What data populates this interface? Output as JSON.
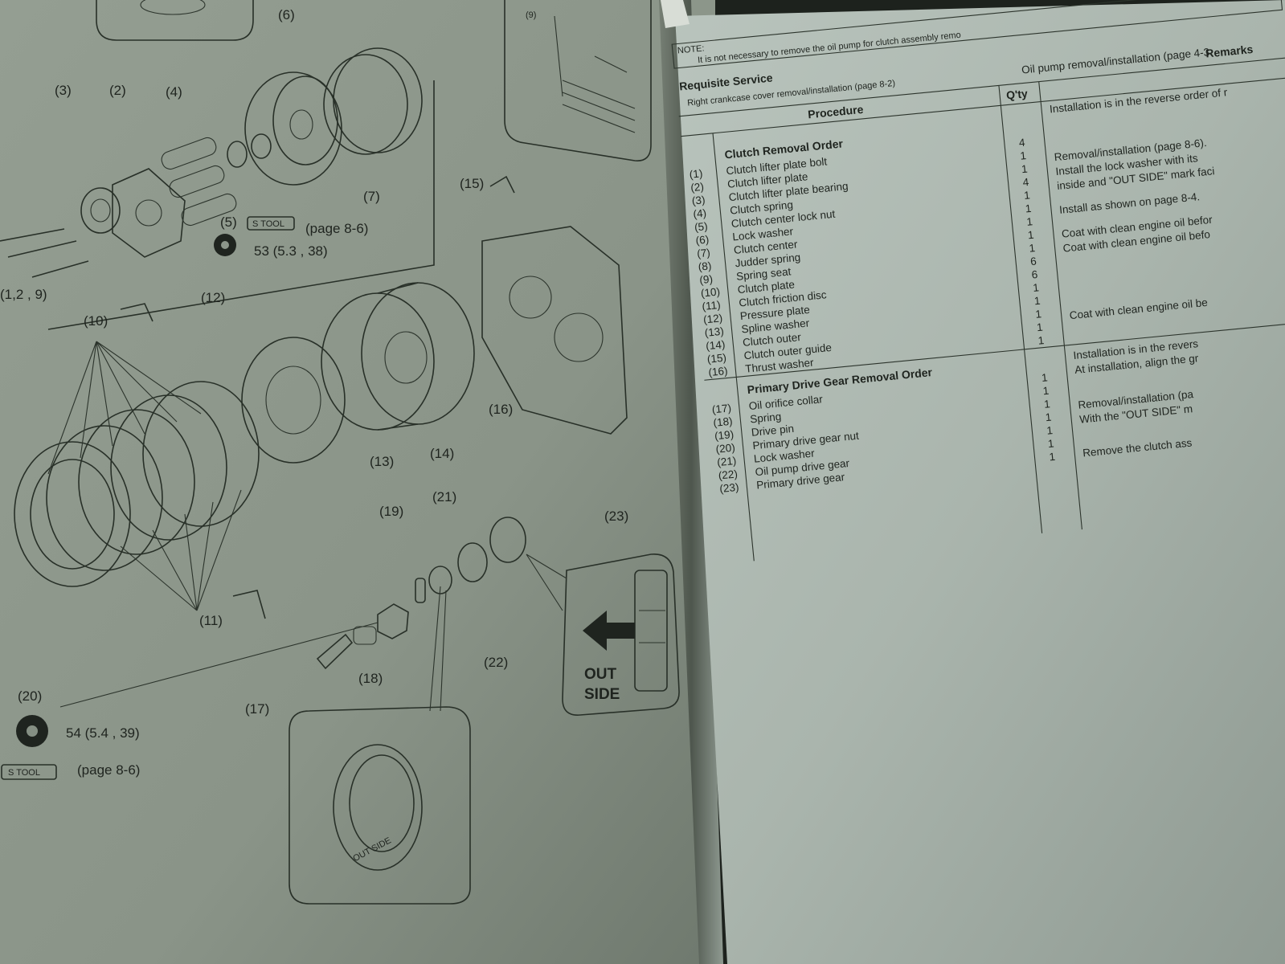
{
  "left_page": {
    "callouts": [
      "(3)",
      "(2)",
      "(4)",
      "(6)",
      "(5)",
      "(7)",
      "(9)",
      "(15)",
      "(12)",
      "(10)",
      "(16)",
      "(13)",
      "(14)",
      "(11)",
      "(19)",
      "(21)",
      "(23)",
      "(22)",
      "(18)",
      "(17)",
      "(20)",
      "(1,2 , 9)"
    ],
    "special_tool": "S TOOL",
    "page_ref": "(page 8-6)",
    "torque_top": "53 (5.3 , 38)",
    "torque_bottom": "54 (5.4 , 39)",
    "out_side": "OUT SIDE",
    "out_side_a": "OUT",
    "out_side_b": "SIDE"
  },
  "right_page": {
    "note_label": "NOTE:",
    "note_text": "It is not necessary to remove the oil pump for clutch assembly remo",
    "requisite_title": "Requisite Service",
    "requisite_item": "Right crankcase cover removal/installation (page 8-2)",
    "requisite_item2": "Oil pump removal/installation (page 4-3",
    "col_procedure": "Procedure",
    "col_qty": "Q'ty",
    "col_remarks": "Remarks",
    "group1_title": "Clutch Removal Order",
    "group1_rows": [
      {
        "num": "(1)",
        "name": "Clutch lifter plate bolt",
        "qty": "4"
      },
      {
        "num": "(2)",
        "name": "Clutch lifter plate",
        "qty": "1"
      },
      {
        "num": "(3)",
        "name": "Clutch lifter plate bearing",
        "qty": "1"
      },
      {
        "num": "(4)",
        "name": "Clutch spring",
        "qty": "4"
      },
      {
        "num": "(5)",
        "name": "Clutch center lock nut",
        "qty": "1"
      },
      {
        "num": "(6)",
        "name": "Lock washer",
        "qty": "1"
      },
      {
        "num": "(7)",
        "name": "Clutch center",
        "qty": "1"
      },
      {
        "num": "(8)",
        "name": "Judder spring",
        "qty": "1"
      },
      {
        "num": "(9)",
        "name": "Spring seat",
        "qty": "1"
      },
      {
        "num": "(10)",
        "name": "Clutch plate",
        "qty": "6"
      },
      {
        "num": "(11)",
        "name": "Clutch friction disc",
        "qty": "6"
      },
      {
        "num": "(12)",
        "name": "Pressure plate",
        "qty": "1"
      },
      {
        "num": "(13)",
        "name": "Spline washer",
        "qty": "1"
      },
      {
        "num": "(14)",
        "name": "Clutch outer",
        "qty": "1"
      },
      {
        "num": "(15)",
        "name": "Clutch outer guide",
        "qty": "1"
      },
      {
        "num": "(16)",
        "name": "Thrust washer",
        "qty": "1"
      }
    ],
    "group2_title": "Primary Drive Gear Removal Order",
    "group2_rows": [
      {
        "num": "(17)",
        "name": "Oil orifice collar",
        "qty": "1"
      },
      {
        "num": "(18)",
        "name": "Spring",
        "qty": "1"
      },
      {
        "num": "(19)",
        "name": "Drive pin",
        "qty": "1"
      },
      {
        "num": "(20)",
        "name": "Primary drive gear nut",
        "qty": "1"
      },
      {
        "num": "(21)",
        "name": "Lock washer",
        "qty": "1"
      },
      {
        "num": "(22)",
        "name": "Oil pump drive gear",
        "qty": "1"
      },
      {
        "num": "(23)",
        "name": "Primary drive gear",
        "qty": "1"
      }
    ],
    "remarks": [
      "Installation is in the reverse order of r",
      "Removal/installation (page 8-6).",
      "Install the lock washer with its",
      "inside and \"OUT SIDE\" mark faci",
      "Install as shown on page 8-4.",
      "Coat with clean engine oil befor",
      "Coat with clean engine oil befo",
      "Coat with clean engine oil be",
      "Installation is in the revers",
      "At installation, align the gr",
      "Removal/installation (pa",
      "With the \"OUT SIDE\" m",
      "Remove the clutch ass"
    ]
  },
  "colors": {
    "page_left": "#8c968a",
    "page_right": "#b3bdb6",
    "ink": "#1f241f",
    "gutter": "#3f463f"
  }
}
